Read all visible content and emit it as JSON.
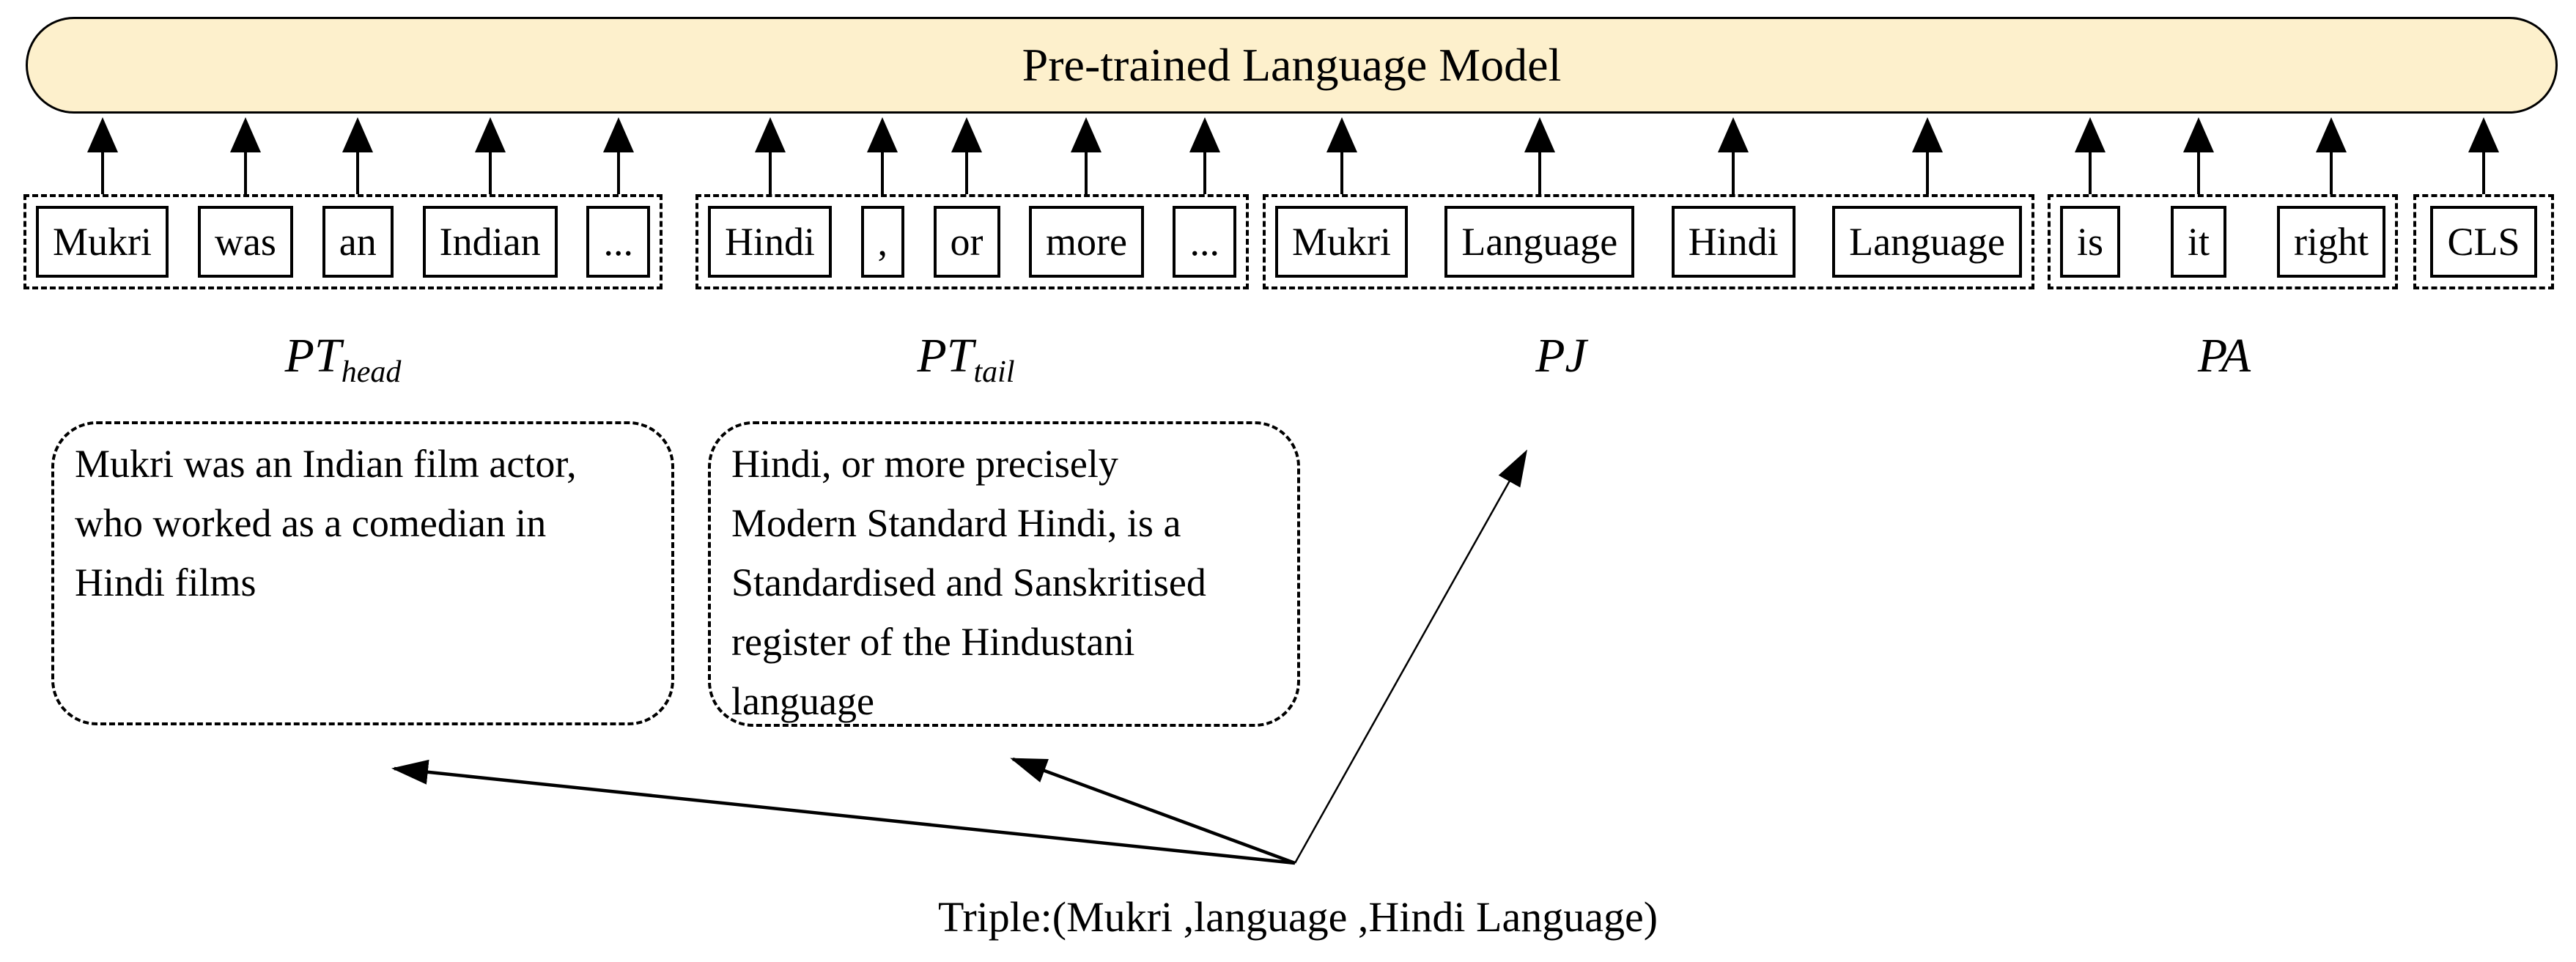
{
  "figure": {
    "model_label": "Pre-trained Language Model",
    "triple_caption": "Triple:(Mukri ,language ,Hindi Language)"
  },
  "token_groups": [
    {
      "name": "PT_head",
      "label_main": "PT",
      "label_sub": "head",
      "tokens": [
        "Mukri",
        "was",
        "an",
        "Indian",
        "..."
      ]
    },
    {
      "name": "PT_tail",
      "label_main": "PT",
      "label_sub": "tail",
      "tokens": [
        "Hindi",
        ",",
        "or",
        "more",
        "..."
      ]
    },
    {
      "name": "PJ",
      "label_main": "PJ",
      "label_sub": "",
      "tokens": [
        "Mukri",
        "Language",
        "Hindi",
        "Language"
      ]
    },
    {
      "name": "PA",
      "label_main": "PA",
      "label_sub": "",
      "tokens": [
        "is",
        "it",
        "right"
      ]
    },
    {
      "name": "CLS",
      "label_main": "",
      "label_sub": "",
      "tokens": [
        "CLS"
      ]
    }
  ],
  "passages": {
    "head_lines": [
      "Mukri was an Indian film actor,",
      "who worked as a comedian in",
      "Hindi films"
    ],
    "tail_lines": [
      "Hindi, or more precisely",
      "Modern Standard Hindi, is a",
      "Standardised and Sanskritised",
      "register of the Hindustani",
      "language"
    ]
  },
  "colors": {
    "model_fill": "#FDF0CC",
    "line": "#000000",
    "background": "#FFFFFF"
  }
}
